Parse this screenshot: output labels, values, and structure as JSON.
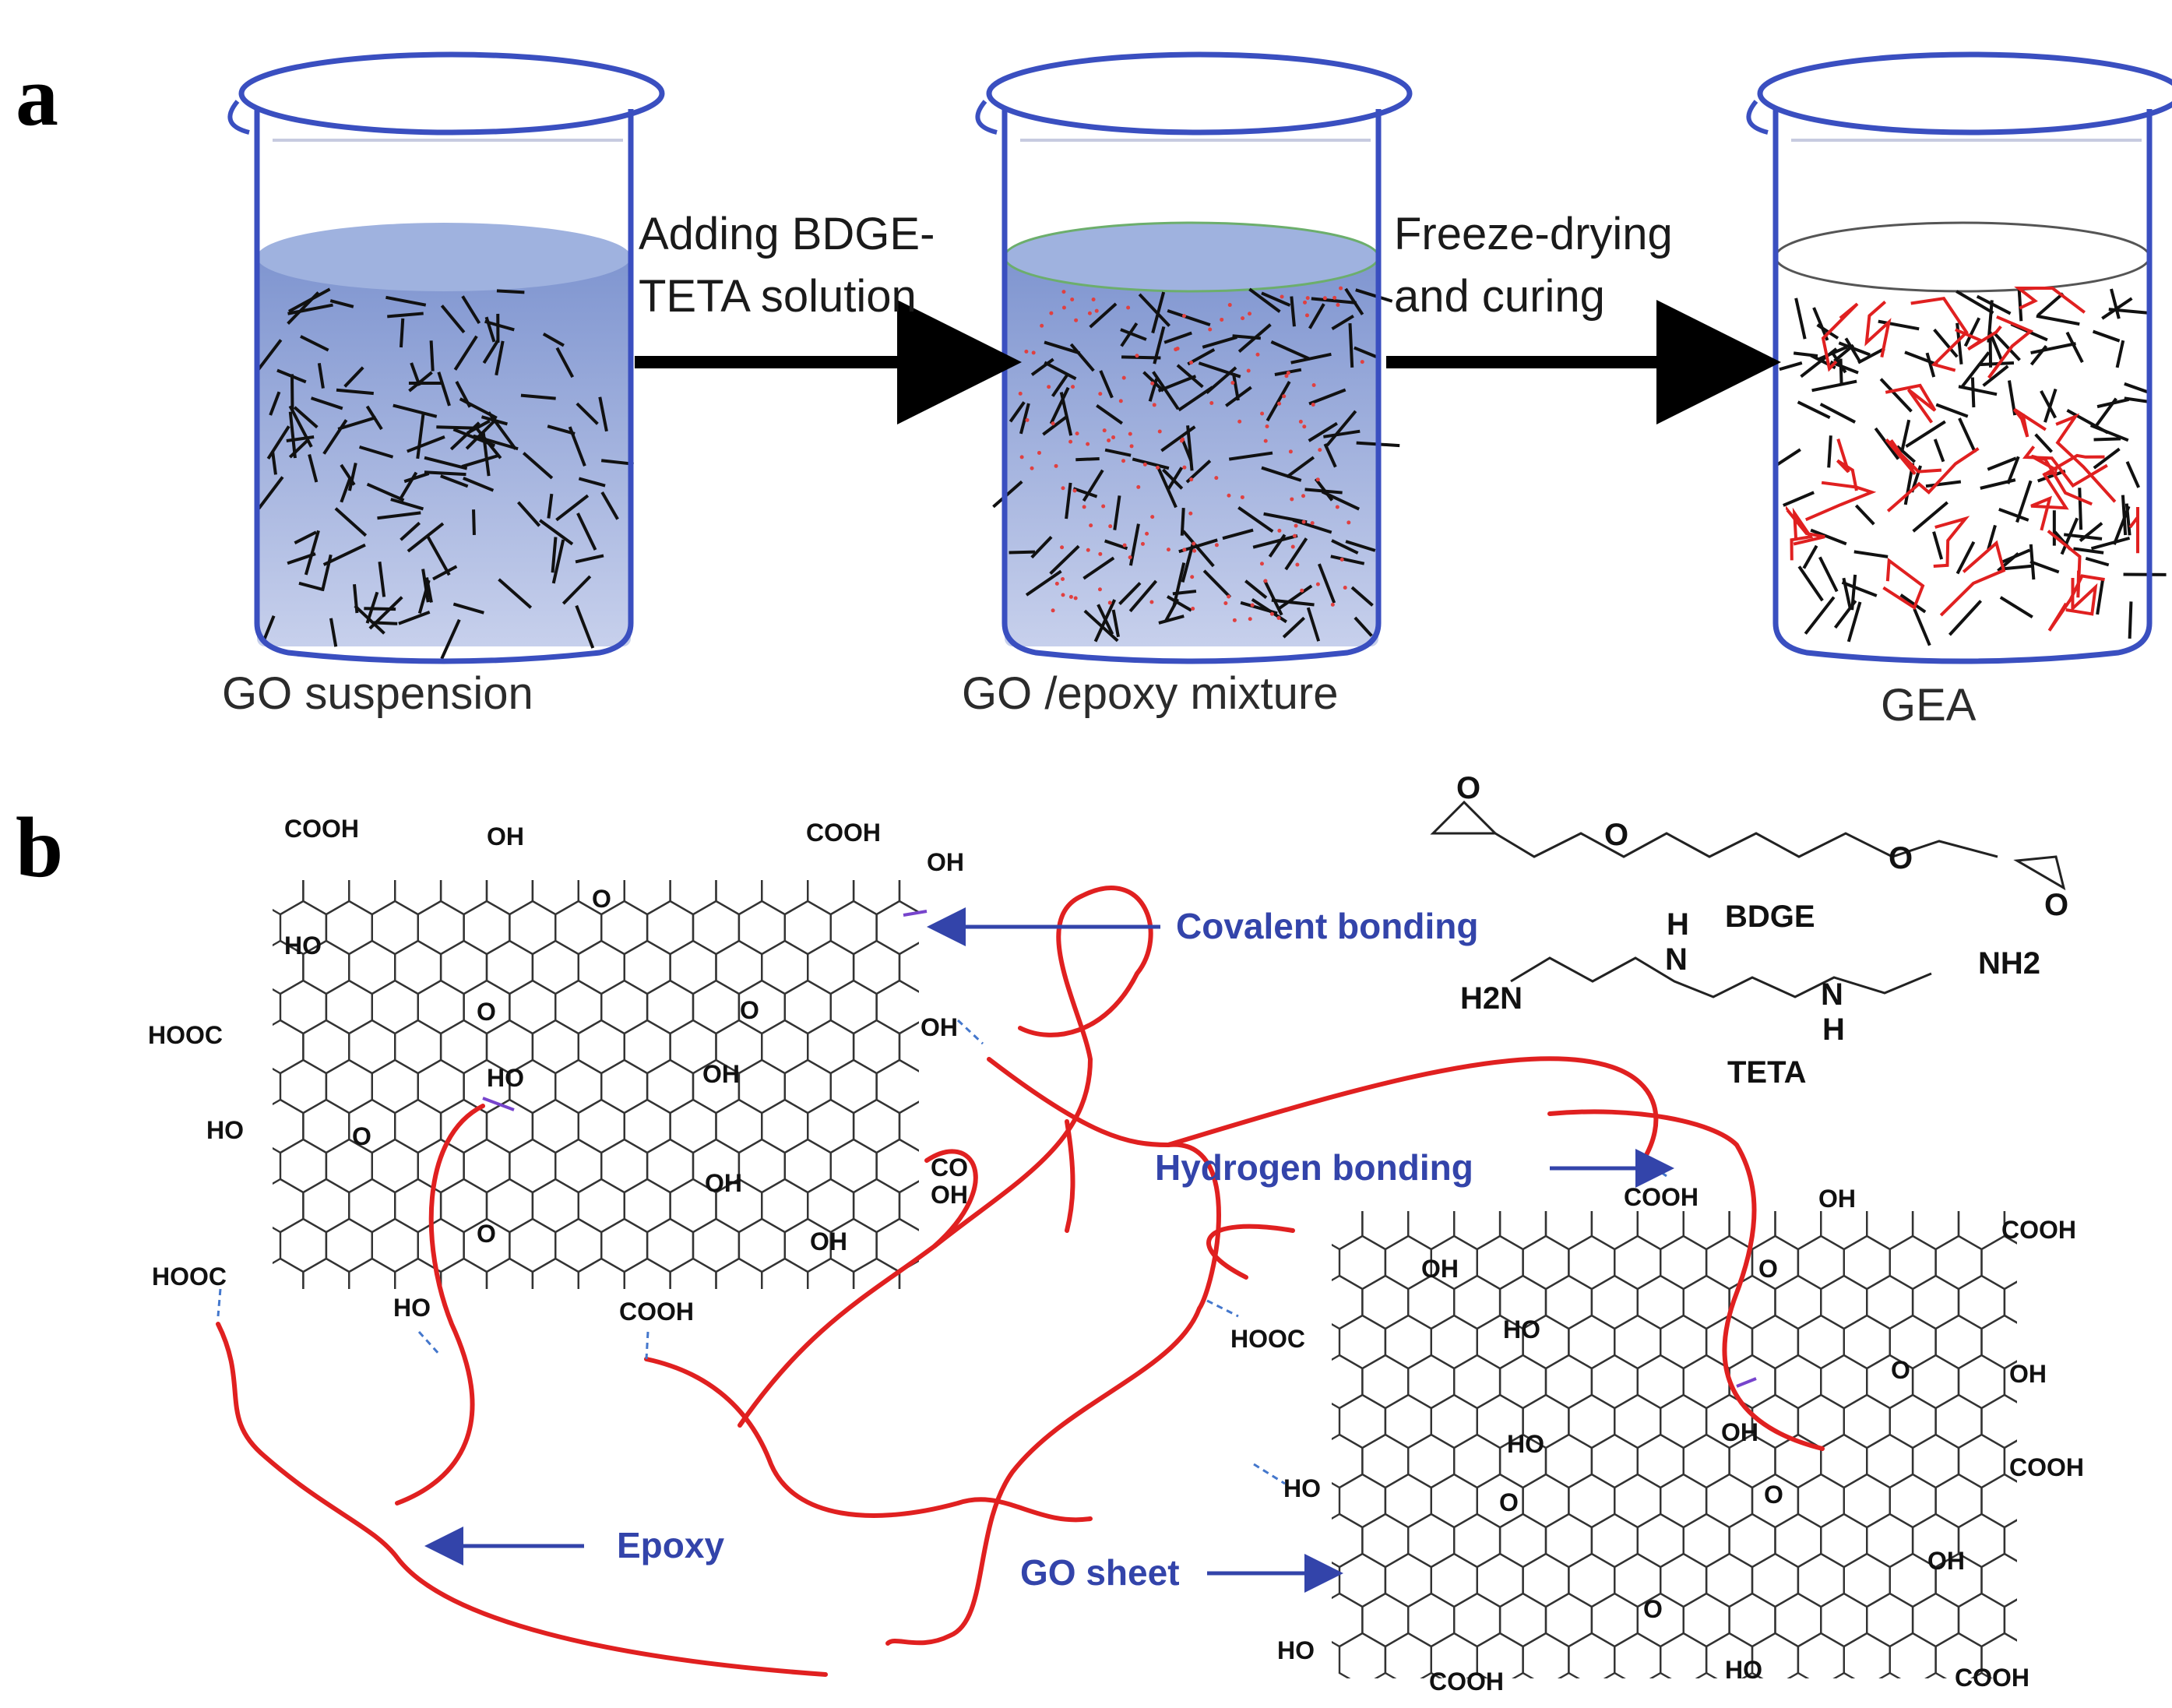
{
  "panel_a": {
    "label": "a",
    "beakers": [
      {
        "caption": "GO suspension"
      },
      {
        "caption": "GO /epoxy mixture"
      },
      {
        "caption": "GEA"
      }
    ],
    "steps": [
      {
        "line1": "Adding BDGE-",
        "line2": "TETA solution"
      },
      {
        "line1": "Freeze-drying",
        "line2": "and curing"
      }
    ]
  },
  "panel_b": {
    "label": "b",
    "annotations": {
      "covalent": "Covalent bonding",
      "hydrogen": "Hydrogen bonding",
      "epoxy": "Epoxy",
      "go_sheet": "GO sheet"
    },
    "molecules": {
      "bdge": "BDGE",
      "teta": "TETA",
      "h2n": "H2N",
      "nh2": "NH2",
      "h": "H",
      "n": "N",
      "o": "O"
    },
    "groups": {
      "cooh": "COOH",
      "hooc": "HOOC",
      "oh": "OH",
      "ho": "HO",
      "o": "O",
      "co": "CO"
    }
  },
  "colors": {
    "beaker_outline": "#3a4fc0",
    "liquid": "#8ea3d6",
    "epoxy_red": "#e02020",
    "annotation_blue": "#3344aa",
    "arrow_black": "#000000"
  }
}
